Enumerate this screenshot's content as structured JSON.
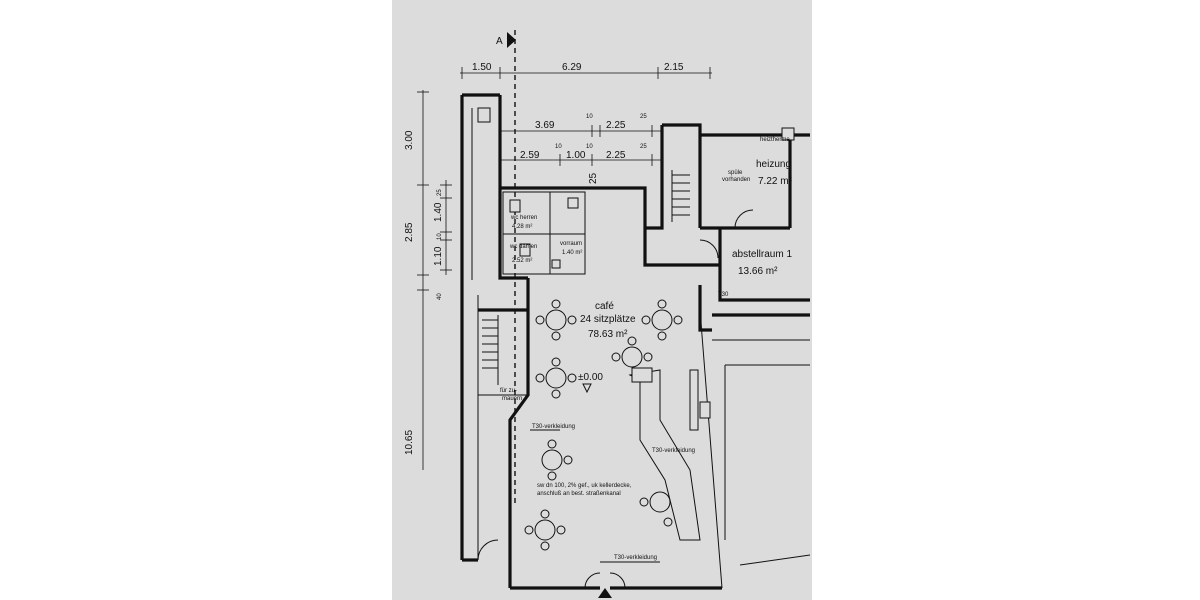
{
  "section_marker": "A",
  "dims_top": {
    "d1": "1.50",
    "d2": "6.29",
    "d3": "2.15"
  },
  "dims_row1": {
    "a": "3.69",
    "b": "10",
    "c": "2.25",
    "d": "25"
  },
  "dims_row2": {
    "a": "2.59",
    "b": "10",
    "c": "1.00",
    "d": "10",
    "e": "2.25",
    "f": "25"
  },
  "dim_mid": "25",
  "dims_left": {
    "l1": "3.00",
    "l2": "25",
    "l3": "1.40",
    "l4": "10",
    "l5": "1.10",
    "l6": "2.85",
    "l7": "40",
    "l8": "10.65"
  },
  "rooms": {
    "wc_herren": {
      "name": "wc herren",
      "area": "4.28 m²"
    },
    "wc_damen": {
      "name": "wc damen",
      "area": "2.52 m²"
    },
    "vorraum": {
      "name": "vorraum",
      "area": "1.40 m²"
    },
    "heizung": {
      "name": "heizung",
      "area": "7.22 m²"
    },
    "abstellraum": {
      "name": "abstellraum 1",
      "area": "13.66 m²"
    },
    "cafe": {
      "line1": "café",
      "line2": "24 sitzplätze",
      "area": "78.63 m²"
    }
  },
  "labels": {
    "heiztherme": "heiztherme",
    "spuele_l1": "spüle",
    "spuele_l2": "vorhanden",
    "t30_door": "T30",
    "level": "±0.00",
    "fuer_zumauern_l1": "für zu-",
    "fuer_zumauern_l2": "mauern",
    "t30_verkl_1": "T30-verkleidung",
    "t30_verkl_2": "T30-verkleidung",
    "t30_verkl_3": "T30-verkleidung",
    "sewer_l1": "sw dn 100, 2% gef., uk kellerdecke,",
    "sewer_l2": "anschluß an best. straßenkanal"
  }
}
